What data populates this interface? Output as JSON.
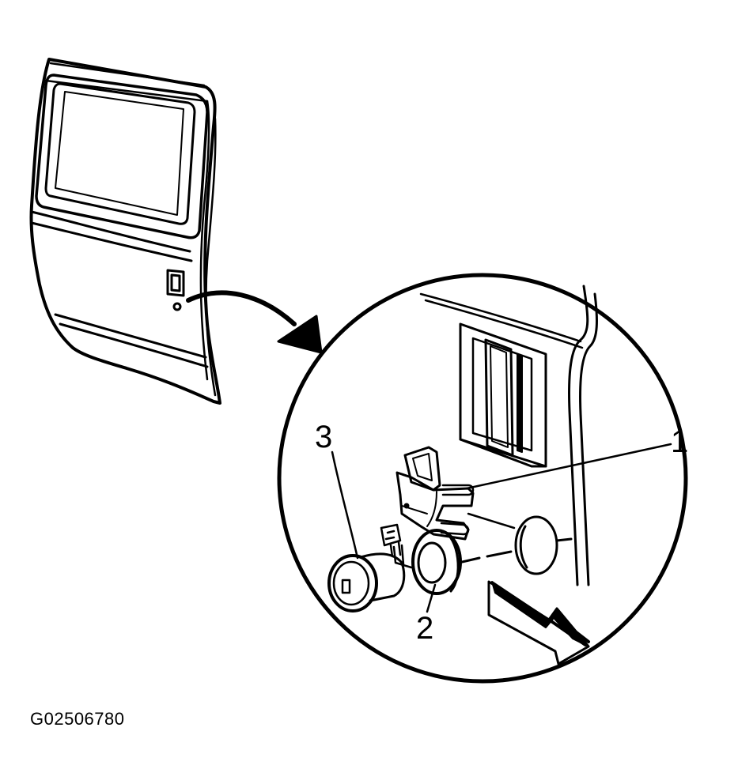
{
  "figure": {
    "id": "G02506780",
    "callouts": [
      {
        "label": "1",
        "part": "lock-rod-clip"
      },
      {
        "label": "2",
        "part": "lock-cylinder-gasket"
      },
      {
        "label": "3",
        "part": "door-lock-cylinder"
      }
    ]
  },
  "colors": {
    "line": "#000000",
    "background": "#ffffff"
  }
}
